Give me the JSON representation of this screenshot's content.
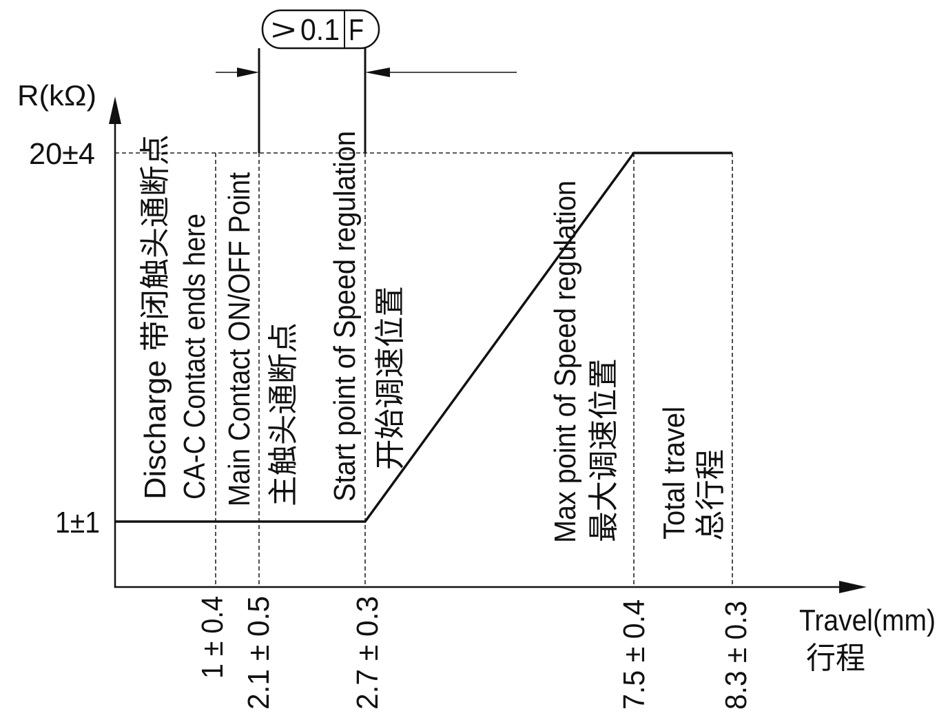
{
  "tolerance_frame": {
    "symbol": ">",
    "value": "0.1",
    "datum": "F"
  },
  "chart_data": {
    "type": "line",
    "ylabel": "R(kΩ)",
    "xlabel": "Travel(mm)",
    "xlabel_cn": "行程",
    "y_ticks": [
      {
        "value": 1,
        "label": "1±1"
      },
      {
        "value": 20,
        "label": "20±4"
      }
    ],
    "x_ticks": [
      {
        "value": 1,
        "label": "1 ± 0.4"
      },
      {
        "value": 2.1,
        "label": "2.1 ± 0.5"
      },
      {
        "value": 2.7,
        "label": "2.7 ± 0.3"
      },
      {
        "value": 7.5,
        "label": "7.5 ± 0.4"
      },
      {
        "value": 8.3,
        "label": "8.3 ± 0.3"
      }
    ],
    "series": [
      {
        "points": [
          [
            0,
            1
          ],
          [
            2.7,
            1
          ],
          [
            7.5,
            20
          ],
          [
            8.3,
            20
          ]
        ]
      }
    ],
    "annotations": [
      {
        "lines": [
          "Discharge 带闭触头通断点",
          "CA-C Contact ends here"
        ]
      },
      {
        "lines": [
          "Main Contact ON/OFF Point",
          "主触头通断点"
        ]
      },
      {
        "lines": [
          "Start point of Speed regulation",
          "开始调速位置"
        ]
      },
      {
        "lines": [
          "Max point of Speed regulation",
          "最大调速位置"
        ]
      },
      {
        "lines": [
          "Total travel",
          "总行程"
        ]
      }
    ],
    "grid": false
  }
}
